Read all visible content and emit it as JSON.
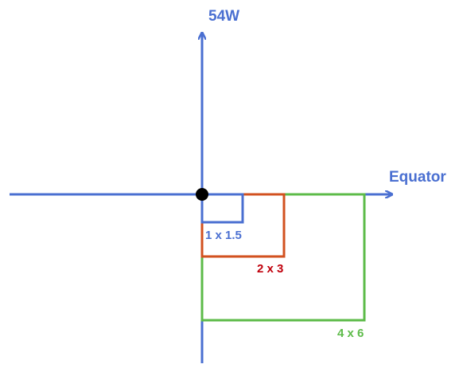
{
  "colors": {
    "axis": "#4a6fd1",
    "origin": "#000000",
    "blue": "#4a6fd1",
    "orange": "#d2511f",
    "green": "#5dbb49",
    "label_red": "#c0000c"
  },
  "axes": {
    "vertical_label": "54W",
    "horizontal_label": "Equator"
  },
  "rectangles": [
    {
      "label": "1 x 1.5",
      "color": "blue",
      "label_color": "blue"
    },
    {
      "label": "2 x 3",
      "color": "orange",
      "label_color": "label_red"
    },
    {
      "label": "4 x 6",
      "color": "green",
      "label_color": "green"
    }
  ]
}
